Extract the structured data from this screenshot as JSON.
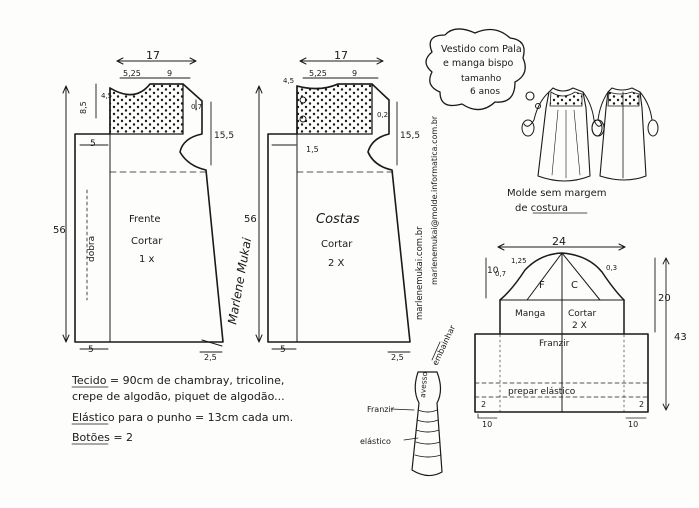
{
  "front": {
    "width": "17",
    "yoke_left": "5,25",
    "yoke_right": "9",
    "hem_left": "5",
    "top_left": "4,5",
    "neck_drop": "8,5",
    "shoulder_drop": "0,7",
    "armhole": "15,5",
    "length": "56",
    "fold": "dobra",
    "hem_flare": "2,5",
    "title": "Frente",
    "cut": "Cortar",
    "qty": "1 x"
  },
  "back": {
    "width": "17",
    "top_left": "4,5",
    "yoke_left": "5,25",
    "yoke_right": "9",
    "neck_drop": "1,5",
    "shoulder_drop": "0,2",
    "armhole": "15,5",
    "length": "56",
    "hem_flare": "2,5",
    "title": "Costas",
    "cut": "Cortar",
    "qty": "2 X"
  },
  "signature": "Marlene Mukai",
  "website_vertical": "marlenemukai.com.br",
  "website_email": "marlenemukai@molde.informatica.com.br",
  "bubble": {
    "line1": "Vestido com Pala",
    "line2": "e manga bispo",
    "line3": "tamanho",
    "line4": "6 anos"
  },
  "no_seam": {
    "line1": "Molde sem margem",
    "line2": "de costura"
  },
  "sleeve": {
    "width": "24",
    "left_small": "1,25",
    "right_small": "0,3",
    "cap_left": "0,7",
    "cap_height": "10",
    "length": "20",
    "total": "43",
    "left_piece": "F",
    "right_piece": "C",
    "left_label": "Manga",
    "cut": "Cortar",
    "qty": "2 X",
    "gather": "Franzir",
    "elastic": "prepar elástico",
    "cuff_left": "2",
    "cuff_right": "2",
    "bottom_left": "10",
    "bottom_right": "10"
  },
  "cuff": {
    "label_top": "embainhar",
    "label_fold": "avesso",
    "label_gather": "Franzir",
    "label_elastic": "elástico"
  },
  "notes": {
    "fabric": "Tecido = 90cm de chambray, tricoline, crepe de algodão, piquet de algodão...",
    "fabric_line1": "Tecido = 90cm de chambray, tricoline,",
    "fabric_line2": "crepe de algodão, piquet de algodão...",
    "elastic": "Elástico para o punho = 13cm cada um.",
    "buttons": "Botões = 2"
  }
}
